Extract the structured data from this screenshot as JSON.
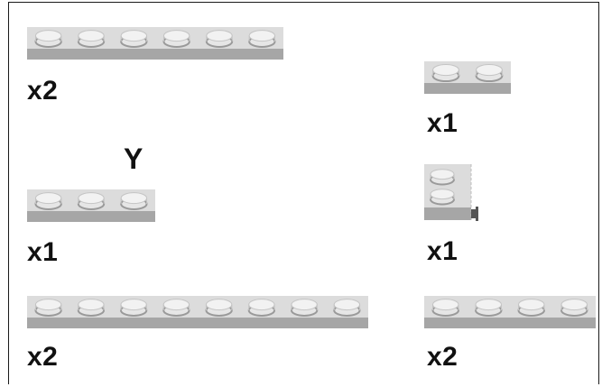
{
  "colors": {
    "plate_top": "#dcdcdc",
    "plate_side": "#a6a6a6",
    "stud_face": "#e6e6e6",
    "stud_edge": "#9a9a9a",
    "text": "#111111"
  },
  "parts": [
    {
      "id": "plate-1x6",
      "studs": 6,
      "kind": "plate",
      "quantity": "x2"
    },
    {
      "id": "plate-1x2",
      "studs": 2,
      "kind": "plate",
      "quantity": "x1"
    },
    {
      "id": "plate-1x3",
      "studs": 3,
      "kind": "plate",
      "quantity": "x1",
      "marker": "Y"
    },
    {
      "id": "plate-1x2-side-studs",
      "studs": 2,
      "kind": "vertical-plate",
      "quantity": "x1"
    },
    {
      "id": "plate-1x8",
      "studs": 8,
      "kind": "plate",
      "quantity": "x2"
    },
    {
      "id": "plate-1x4",
      "studs": 4,
      "kind": "plate",
      "quantity": "x2"
    }
  ]
}
